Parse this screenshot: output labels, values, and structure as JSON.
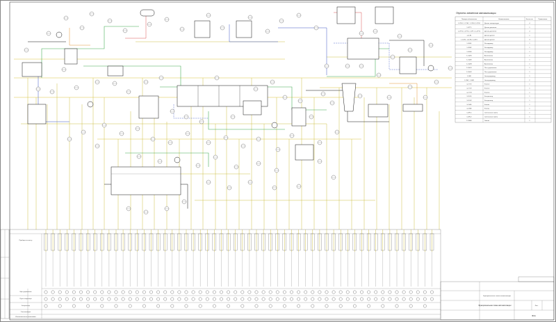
{
  "drawing": {
    "legend_title": "Перечень элементов автоматизации",
    "legend_headers": [
      "Позиция обозначения",
      "Наименование",
      "Кол-во шт.",
      "Примечание"
    ],
    "legend_rows": [
      {
        "pos": "1-1TE1, 1-1TE2, 1-1TE3, 2-1TE1",
        "name": "Датчик температуры",
        "qty": "4",
        "note": ""
      },
      {
        "pos": "1-1PT1",
        "name": "Датчик давления",
        "qty": "1",
        "note": ""
      },
      {
        "pos": "1-1PT2, 1-1PT3, 2-1PT1, 2-1PT2",
        "name": "Датчик давления",
        "qty": "4",
        "note": ""
      },
      {
        "pos": "1-1LE1",
        "name": "Датчик уровня",
        "qty": "1",
        "note": ""
      },
      {
        "pos": "1-1LE2, 1-1LE3, 2-1LE1",
        "name": "Датчик уровня",
        "qty": "3",
        "note": ""
      },
      {
        "pos": "1-1FE1",
        "name": "Расходомер",
        "qty": "1",
        "note": ""
      },
      {
        "pos": "1-1FE2",
        "name": "Расходомер",
        "qty": "1",
        "note": ""
      },
      {
        "pos": "1-1FE3",
        "name": "Расходомер",
        "qty": "1",
        "note": ""
      },
      {
        "pos": "1-1QE1",
        "name": "Анализатор",
        "qty": "1",
        "note": ""
      },
      {
        "pos": "1-1QE2",
        "name": "Анализатор",
        "qty": "1",
        "note": ""
      },
      {
        "pos": "1-1QE3",
        "name": "Анализатор",
        "qty": "1",
        "note": ""
      },
      {
        "pos": "1-1HS1",
        "name": "Пост управления",
        "qty": "1",
        "note": ""
      },
      {
        "pos": "1-1HS2",
        "name": "Пост управления",
        "qty": "1",
        "note": ""
      },
      {
        "pos": "1-1M1",
        "name": "Электропривод",
        "qty": "1",
        "note": ""
      },
      {
        "pos": "1-1M2, 1-1M3",
        "name": "Электропривод",
        "qty": "2",
        "note": ""
      },
      {
        "pos": "1-1YV1",
        "name": "Клапан",
        "qty": "1",
        "note": ""
      },
      {
        "pos": "1-1YV2",
        "name": "Клапан",
        "qty": "1",
        "note": ""
      },
      {
        "pos": "1-1YV3",
        "name": "Клапан",
        "qty": "1",
        "note": ""
      },
      {
        "pos": "1-1KS1",
        "name": "Контроллер",
        "qty": "1",
        "note": ""
      },
      {
        "pos": "1-1KS2",
        "name": "Контроллер",
        "qty": "1",
        "note": ""
      },
      {
        "pos": "1-1SB1",
        "name": "Кнопка",
        "qty": "1",
        "note": ""
      },
      {
        "pos": "1-1SB2",
        "name": "Кнопка",
        "qty": "1",
        "note": ""
      },
      {
        "pos": "1-1HL1",
        "name": "Сигнальная лампа",
        "qty": "1",
        "note": ""
      },
      {
        "pos": "1-1HL2",
        "name": "Сигнальная лампа",
        "qty": "1",
        "note": ""
      },
      {
        "pos": "1-1HA1",
        "name": "Звонок",
        "qty": "1",
        "note": ""
      }
    ],
    "left_labels": [
      "Приборы по месту",
      "Щит управления",
      "Пульт оператора",
      "Контроллер",
      "Сигнализация",
      "Исполнительные механизмы"
    ],
    "title_block": {
      "line1": "Функциональная схема автоматизации",
      "line2": "Лист",
      "code": "ФСА"
    },
    "sheet_label": "Функциональная схема автоматизации"
  }
}
